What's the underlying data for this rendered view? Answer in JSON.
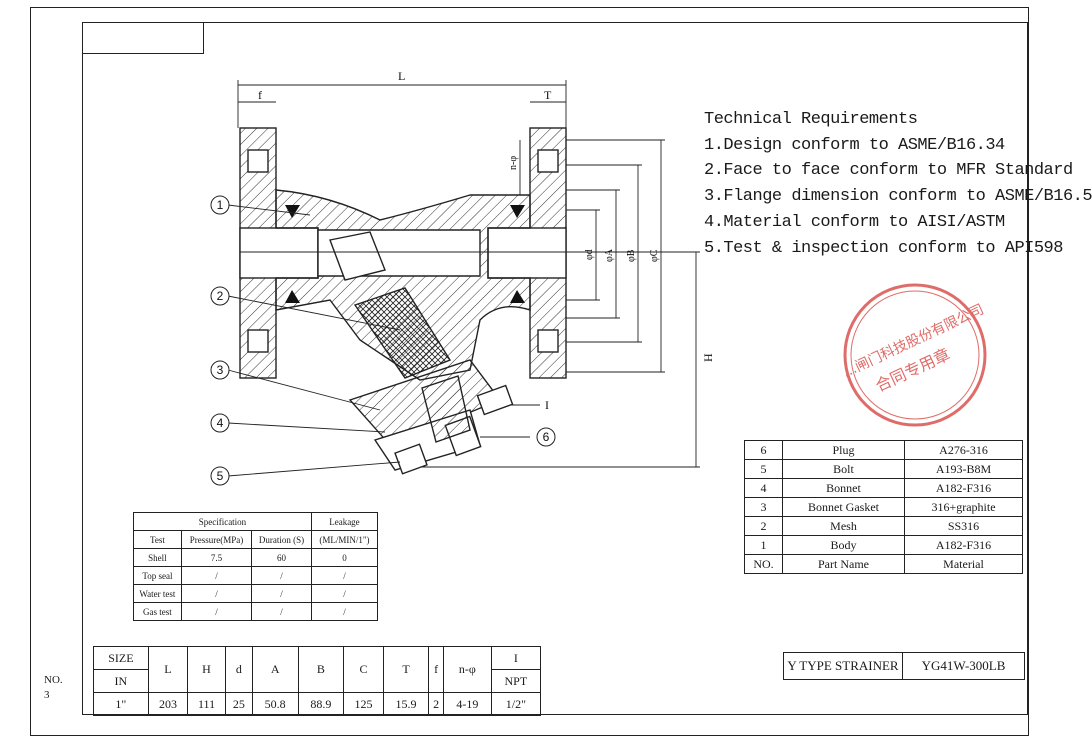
{
  "technical_requirements": {
    "title": "Technical Requirements",
    "items": [
      "1.Design conform to ASME/B16.34",
      "2.Face to face conform to MFR Standard",
      "3.Flange dimension conform to ASME/B16.5",
      "4.Material conform to AISI/ASTM",
      "5.Test & inspection conform to API598"
    ]
  },
  "dimension_labels": {
    "L": "L",
    "f": "f",
    "T": "T",
    "H": "H",
    "n_phi": "n-φ",
    "phi_d": "φd",
    "phi_A": "φA",
    "phi_B": "φB",
    "phi_C": "φC",
    "I": "I"
  },
  "callouts": [
    "1",
    "2",
    "3",
    "4",
    "5",
    "6"
  ],
  "specification": {
    "header_spec": "Specification",
    "header_leakage": "Leakage",
    "col_test": "Test",
    "col_pressure": "Pressure(MPa)",
    "col_duration": "Duration (S)",
    "col_leak_unit": "(ML/MIN/1\")",
    "rows": [
      [
        "Shell",
        "7.5",
        "60",
        "0"
      ],
      [
        "Top seal",
        "/",
        "/",
        "/"
      ],
      [
        "Water test",
        "/",
        "/",
        "/"
      ],
      [
        "Gas test",
        "/",
        "/",
        "/"
      ]
    ]
  },
  "parts": {
    "rows": [
      [
        "6",
        "Plug",
        "A276-316"
      ],
      [
        "5",
        "Bolt",
        "A193-B8M"
      ],
      [
        "4",
        "Bonnet",
        "A182-F316"
      ],
      [
        "3",
        "Bonnet Gasket",
        "316+graphite"
      ],
      [
        "2",
        "Mesh",
        "SS316"
      ],
      [
        "1",
        "Body",
        "A182-F316"
      ]
    ],
    "header": [
      "NO.",
      "Part Name",
      "Material"
    ]
  },
  "dimensions_table": {
    "size_label": "SIZE",
    "in_label": "IN",
    "headers": [
      "L",
      "H",
      "d",
      "A",
      "B",
      "C",
      "T",
      "f",
      "n-φ"
    ],
    "i_label": "I",
    "npt_label": "NPT",
    "values": [
      "1\"",
      "203",
      "111",
      "25",
      "50.8",
      "88.9",
      "125",
      "15.9",
      "2",
      "4-19",
      "1/2\""
    ]
  },
  "title_block": {
    "name": "Y TYPE STRAINER",
    "model": "YG41W-300LB"
  },
  "sheet_no": {
    "label": "NO.",
    "value": "3"
  },
  "stamp": {
    "text": "…闸门科技股份有限公司",
    "sub": "合同专用章",
    "color": "#d9534f"
  }
}
